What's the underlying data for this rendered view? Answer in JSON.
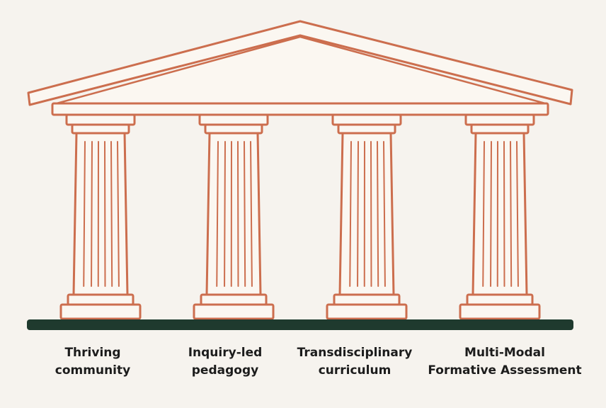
{
  "colors": {
    "background": "#f6f3ee",
    "outline": "#cc6e4e",
    "fill": "#fbf7f1",
    "base": "#1f3a2e",
    "text": "#1c1c1c"
  },
  "pillars": [
    {
      "label": "Thriving\ncommunity"
    },
    {
      "label": "Inquiry-led\npedagogy"
    },
    {
      "label": "Transdisciplinary\ncurriculum"
    },
    {
      "label": "Multi-Modal\nFormative Assessment"
    }
  ]
}
